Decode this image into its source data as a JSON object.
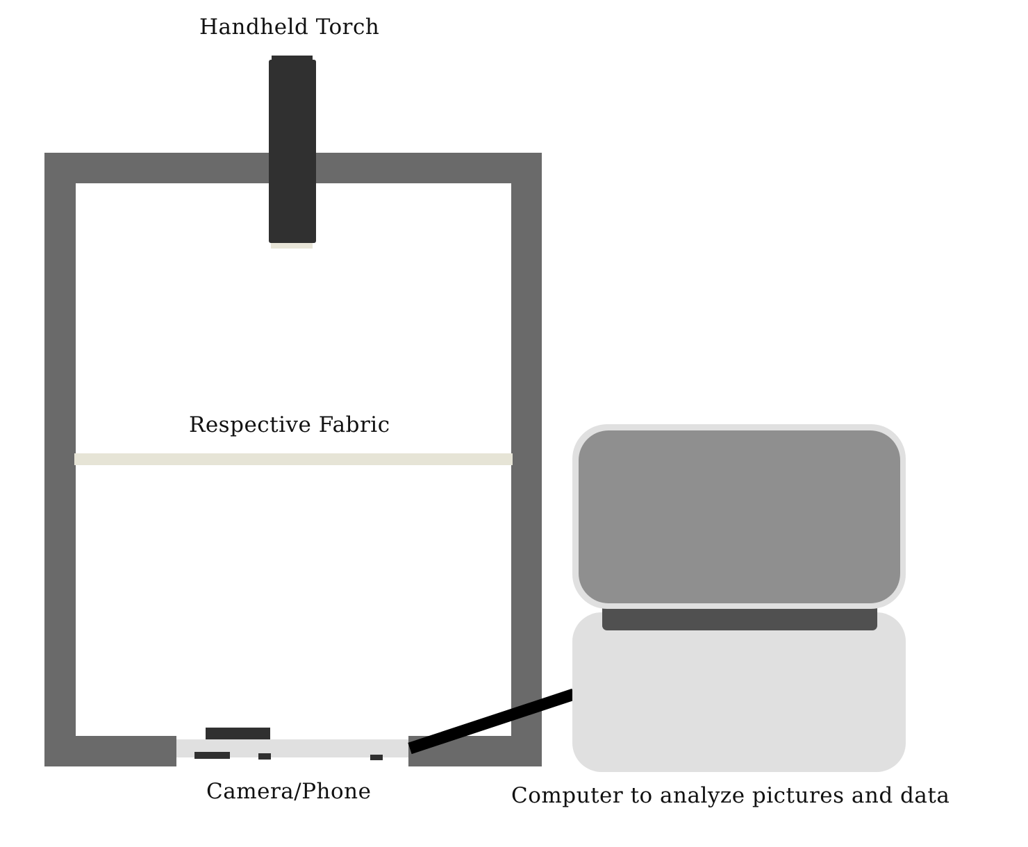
{
  "labels": {
    "torch": "Handheld Torch",
    "fabric": "Respective Fabric",
    "camera": "Camera/Phone",
    "computer": "Computer to analyze pictures and data"
  },
  "colors": {
    "frame": "#6a6a6a",
    "torch_body": "#303030",
    "torch_lens": "#e8e5d8",
    "fabric": "#e6e4d6",
    "phone_body": "#e0e0e0",
    "phone_details": "#303030",
    "cable": "#000000",
    "monitor_bezel": "#e0e0e0",
    "monitor_screen": "#8f8f8f",
    "monitor_stand": "#505050",
    "computer_base": "#e0e0e0"
  }
}
